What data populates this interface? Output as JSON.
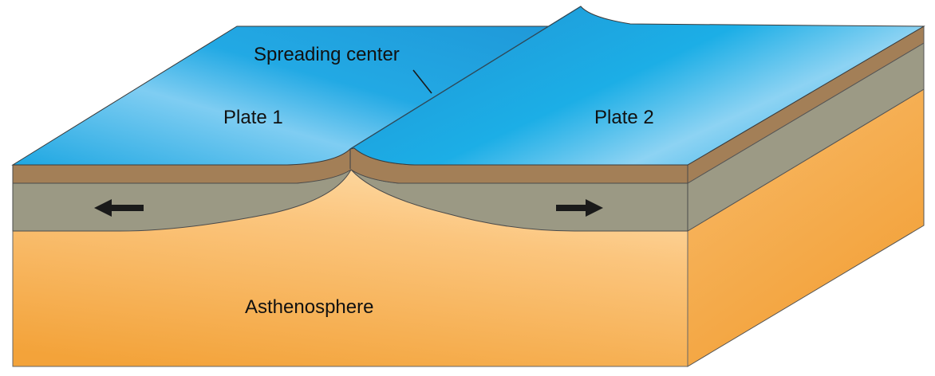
{
  "figure": {
    "title": "Divergent plate boundary block diagram",
    "labels": {
      "spreading_center": "Spreading center",
      "plate1": "Plate 1",
      "plate2": "Plate 2",
      "asthenosphere": "Asthenosphere"
    },
    "arrows": {
      "plate1_direction": "left",
      "plate2_direction": "right"
    },
    "colors": {
      "ocean_dark": "#1e94d6",
      "ocean_light": "#8fd2f2",
      "crust": "#a07d55",
      "lithosphere": "#9a9883",
      "asthenosphere_light": "#fbcf8c",
      "asthenosphere_dark": "#f2a23c",
      "outline": "#3a3a3a"
    }
  }
}
